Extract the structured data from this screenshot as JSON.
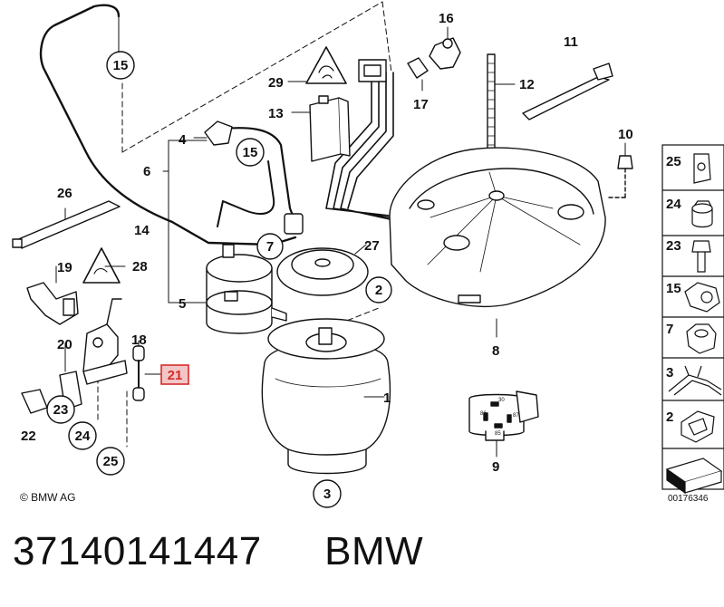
{
  "diagram": {
    "labels": {
      "l1": "1",
      "l2": "2",
      "l3": "3",
      "l4": "4",
      "l5": "5",
      "l6": "6",
      "l7": "7",
      "l8": "8",
      "l9": "9",
      "l10": "10",
      "l11": "11",
      "l12": "12",
      "l13": "13",
      "l14": "14",
      "l15a": "15",
      "l15b": "15",
      "l16": "16",
      "l17": "17",
      "l19": "19",
      "l20": "20",
      "l21": "21",
      "l22": "22",
      "l23": "23",
      "l24": "24",
      "l25": "25",
      "l26": "26",
      "l27": "27",
      "l28": "28",
      "l29": "29"
    },
    "legend": [
      {
        "label": "25",
        "icon": "clip-nut-icon"
      },
      {
        "label": "24",
        "icon": "collar-nut-icon"
      },
      {
        "label": "23",
        "icon": "bolt-icon"
      },
      {
        "label": "15",
        "icon": "union-fitting-icon"
      },
      {
        "label": "7",
        "icon": "hex-nut-icon"
      },
      {
        "label": "3",
        "icon": "wire-clip-icon"
      },
      {
        "label": "2",
        "icon": "spring-clip-icon"
      }
    ],
    "copyright": "© BMW AG",
    "drawing_number": "00176346",
    "connector_pins": [
      "30",
      "86",
      "87",
      "85"
    ]
  },
  "part_number": "37140141447",
  "brand": "BMW",
  "colors": {
    "line": "#111111",
    "highlight": "#d62b2b",
    "highlight_bg": "#f3c6c6"
  }
}
